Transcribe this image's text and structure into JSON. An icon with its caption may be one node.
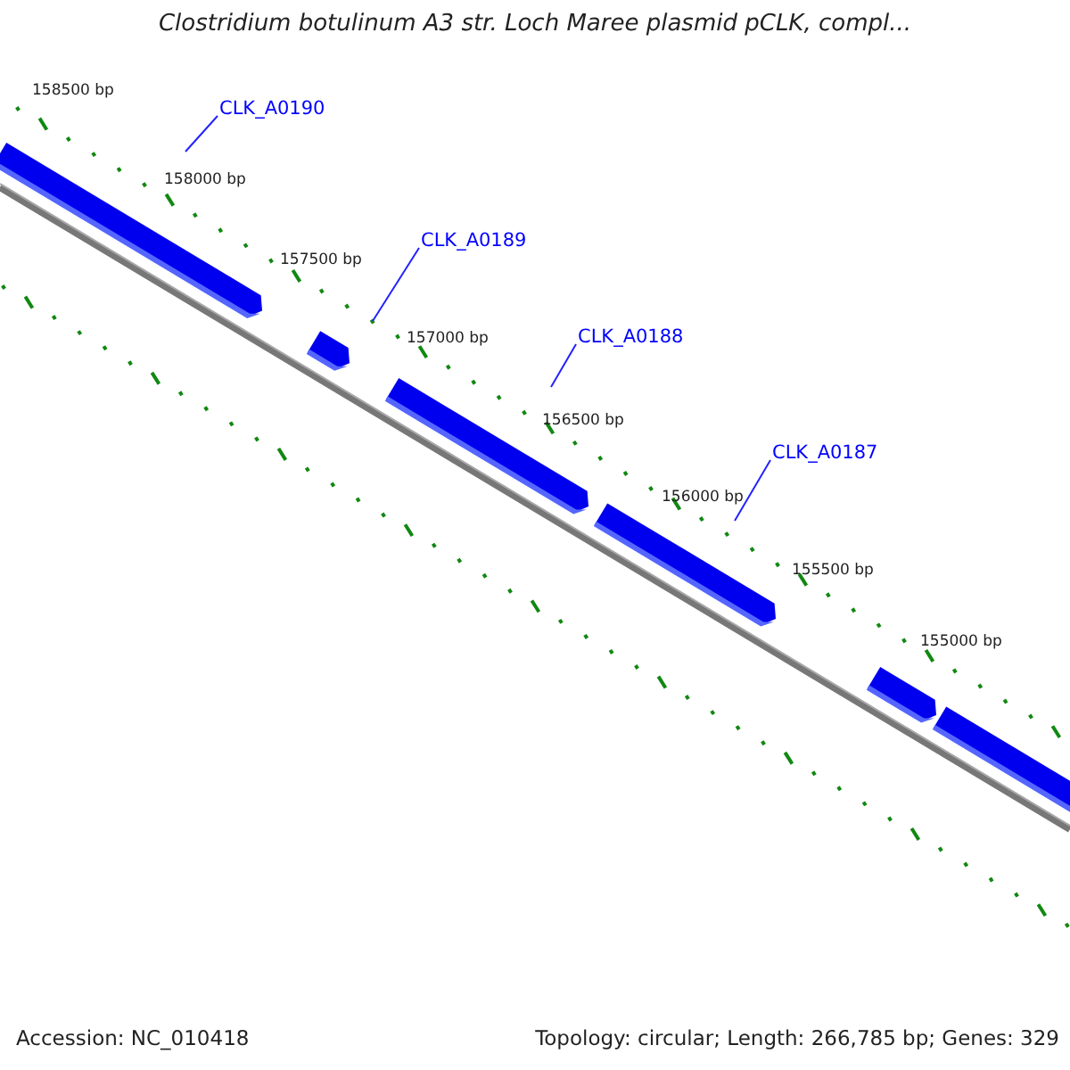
{
  "diagram": {
    "title": "Clostridium botulinum A3 str. Loch Maree plasmid pCLK, compl...",
    "nodes": [
      {
        "text": [
          "CLK_A0190"
        ]
      },
      {
        "text": [
          "CLK_A0189"
        ]
      },
      {
        "text": [
          "CLK_A0188"
        ]
      },
      {
        "text": [
          "CLK_A0187"
        ]
      }
    ],
    "edges": [
      {
        "from": 0,
        "to": null,
        "arrow": "none"
      },
      {
        "from": 1,
        "to": null,
        "arrow": "none"
      },
      {
        "from": 2,
        "to": null,
        "arrow": "none"
      },
      {
        "from": 3,
        "to": null,
        "arrow": "none"
      }
    ],
    "labels": [
      "158500 bp",
      "158000 bp",
      "157500 bp",
      "157000 bp",
      "156500 bp",
      "156000 bp",
      "155500 bp",
      "155000 bp",
      "Accession: NC_010418",
      "Topology: circular; Length: 266,785 bp; Genes: 329"
    ]
  }
}
